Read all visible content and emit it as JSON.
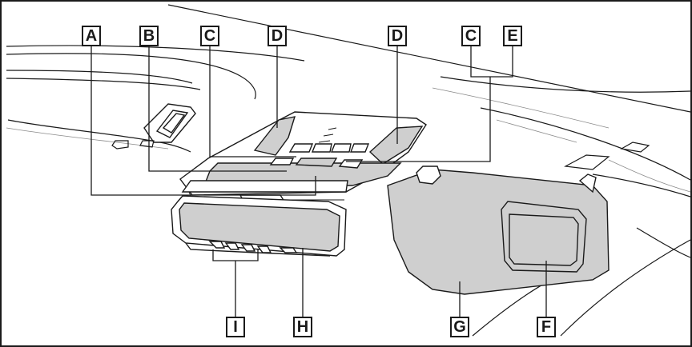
{
  "figure": {
    "colors": {
      "line": "#1a1a1a",
      "faint_line": "#8a8a8a",
      "highlight": "#cfcfcf",
      "part_fill": "#ffffff"
    },
    "callouts": {
      "a": "A",
      "b": "B",
      "c1": "C",
      "d1": "D",
      "d2": "D",
      "c2": "C",
      "e": "E",
      "i": "I",
      "h": "H",
      "g": "G",
      "f": "F"
    }
  }
}
